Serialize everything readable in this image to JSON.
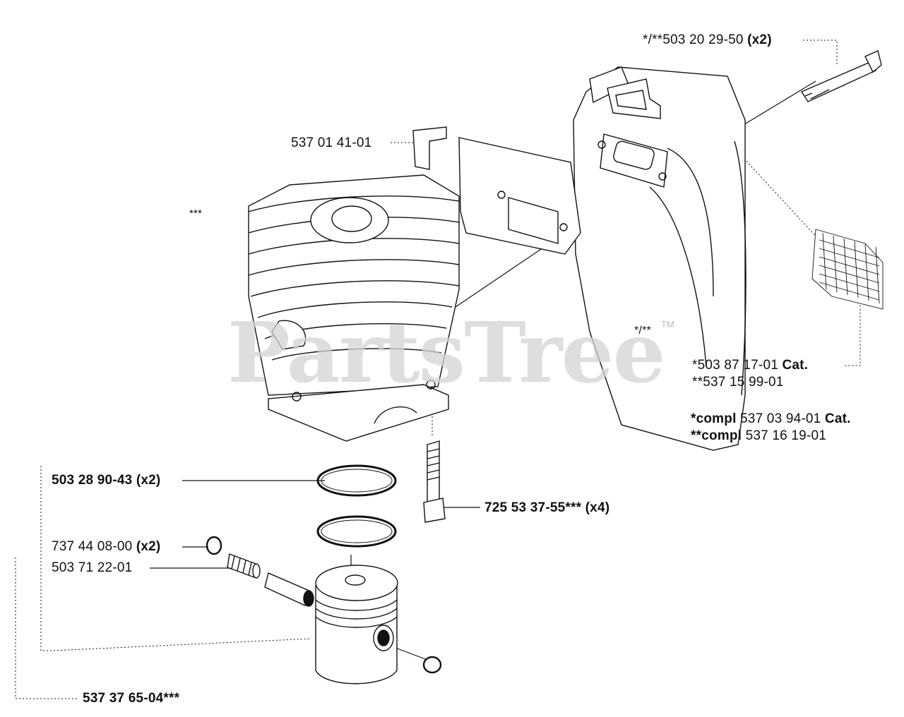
{
  "watermark": "PartsTree",
  "watermark_tm": "TM",
  "labels": {
    "bolt_top": {
      "main": "*/**503 20 29-50",
      "qty": "(x2)"
    },
    "gasket": "537 01 41-01",
    "cylinder": "***",
    "muffler_mark": "*/**",
    "screen_1": {
      "main": "*503 87 17-01",
      "suffix": "Cat."
    },
    "screen_2": "**537 15 99-01",
    "compl_1": {
      "prefix": "*compl",
      "main": "537 03 94-01",
      "suffix": "Cat."
    },
    "compl_2": {
      "prefix": "**compl",
      "main": "537 16 19-01"
    },
    "rings": "503 28 90-43 (x2)",
    "screws": "725 53 37-55*** (x4)",
    "circlip": {
      "main": "737 44 08-00",
      "qty": "(x2)"
    },
    "bearing": "503 71 22-01",
    "piston_kit": "537 37 65-04***"
  },
  "colors": {
    "line": "#111111",
    "watermark": "#d3d3d3"
  }
}
